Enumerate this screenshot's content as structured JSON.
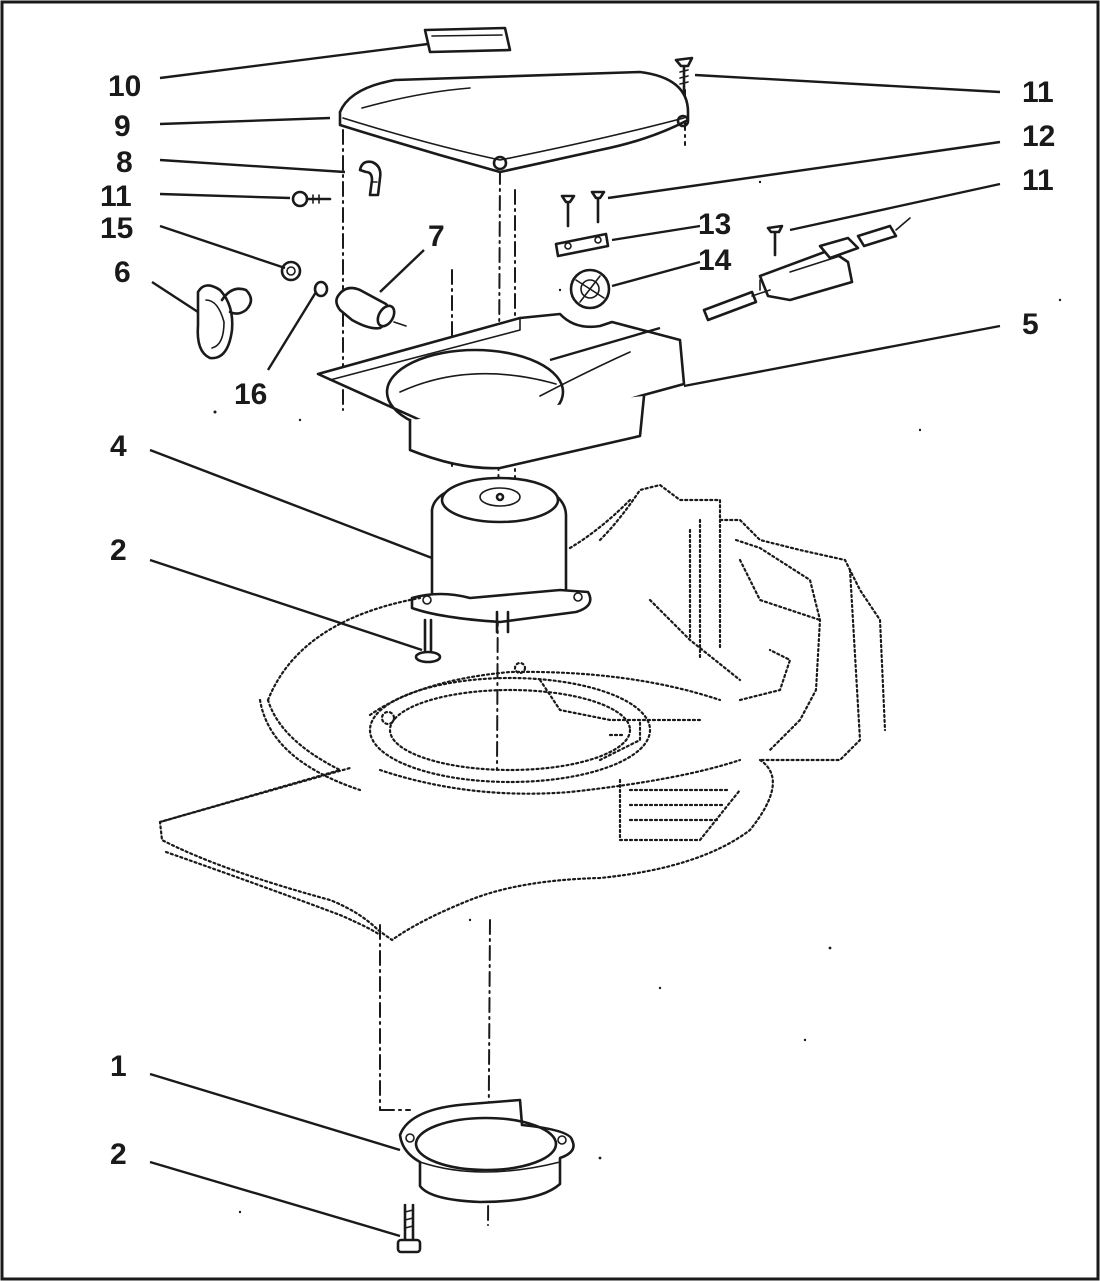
{
  "callouts": {
    "c10": "10",
    "c9": "9",
    "c8": "8",
    "c11a": "11",
    "c15": "15",
    "c6": "6",
    "c7": "7",
    "c16": "16",
    "c11b": "11",
    "c12": "12",
    "c11c": "11",
    "c13": "13",
    "c14": "14",
    "c5": "5",
    "c4": "4",
    "c2a": "2",
    "c1": "1",
    "c2b": "2"
  }
}
